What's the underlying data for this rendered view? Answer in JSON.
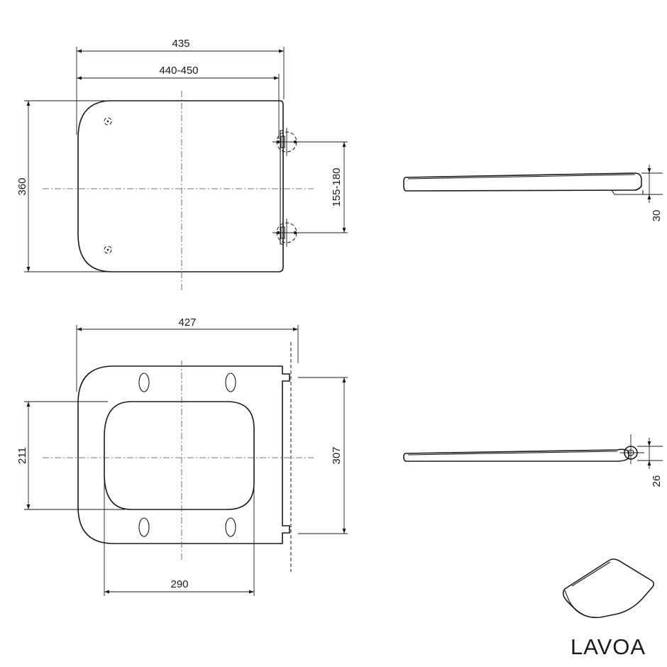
{
  "dimensions": {
    "top_view": {
      "overall_length": "435",
      "fixing_length": "440-450",
      "width": "360",
      "hinge_spacing": "155-180"
    },
    "bottom_view": {
      "overall_length": "427",
      "inner_width": "211",
      "hinge_spacing": "307",
      "inner_length": "290"
    },
    "side_views": {
      "closed_height": "30",
      "open_height": "26"
    }
  },
  "brand": {
    "name": "LAVOA"
  }
}
